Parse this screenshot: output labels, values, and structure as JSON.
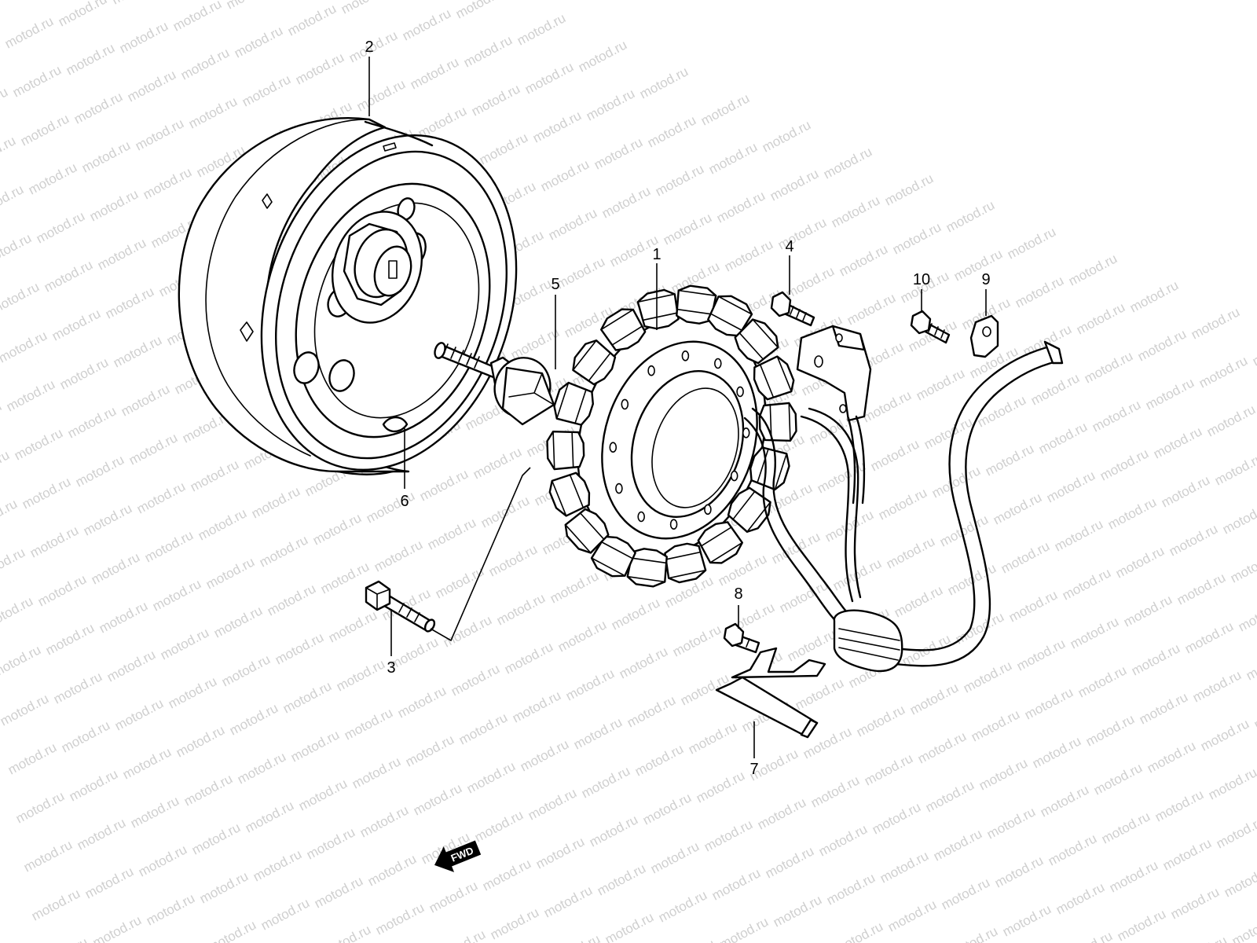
{
  "watermark": {
    "text": "motod.ru"
  },
  "callouts": {
    "p1": "1",
    "p2": "2",
    "p3": "3",
    "p4": "4",
    "p5": "5",
    "p6": "6",
    "p7": "7",
    "p8": "8",
    "p9": "9",
    "p10": "10"
  },
  "direction_badge": {
    "label": "FWD"
  }
}
